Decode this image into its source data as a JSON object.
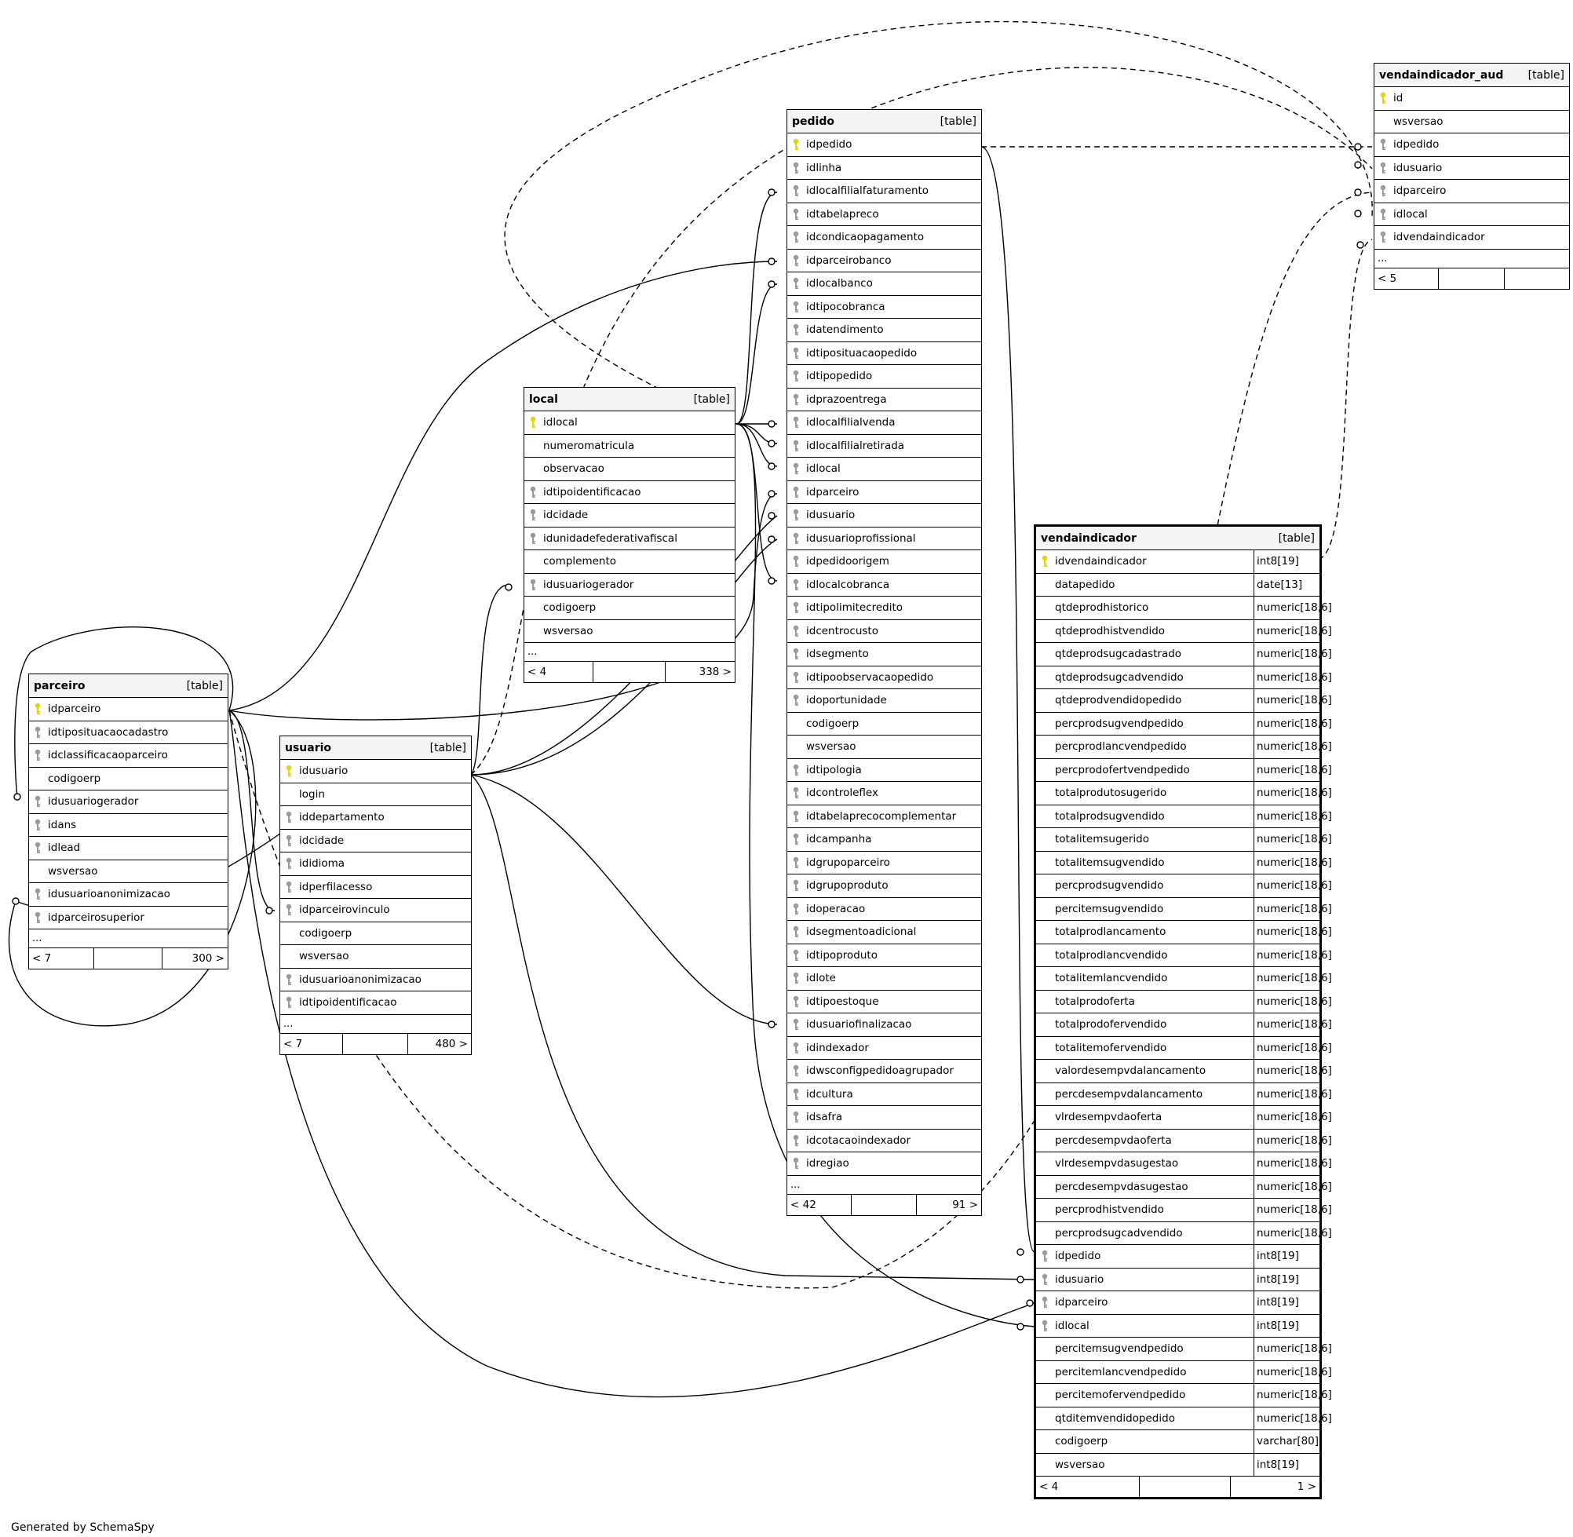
{
  "footer_text": "Generated by SchemaSpy",
  "key_colors": {
    "primary": "#e8d200",
    "foreign": "#9a9a9a"
  },
  "tables": {
    "pedido": {
      "name": "pedido",
      "kind": "[table]",
      "columns": [
        {
          "name": "idpedido",
          "key": "primary"
        },
        {
          "name": "idlinha",
          "key": "foreign"
        },
        {
          "name": "idlocalfilialfaturamento",
          "key": "foreign"
        },
        {
          "name": "idtabelapreco",
          "key": "foreign"
        },
        {
          "name": "idcondicaopagamento",
          "key": "foreign"
        },
        {
          "name": "idparceirobanco",
          "key": "foreign"
        },
        {
          "name": "idlocalbanco",
          "key": "foreign"
        },
        {
          "name": "idtipocobranca",
          "key": "foreign"
        },
        {
          "name": "idatendimento",
          "key": "foreign"
        },
        {
          "name": "idtiposituacaopedido",
          "key": "foreign"
        },
        {
          "name": "idtipopedido",
          "key": "foreign"
        },
        {
          "name": "idprazoentrega",
          "key": "foreign"
        },
        {
          "name": "idlocalfilialvenda",
          "key": "foreign"
        },
        {
          "name": "idlocalfilialretirada",
          "key": "foreign"
        },
        {
          "name": "idlocal",
          "key": "foreign"
        },
        {
          "name": "idparceiro",
          "key": "foreign"
        },
        {
          "name": "idusuario",
          "key": "foreign"
        },
        {
          "name": "idusuarioprofissional",
          "key": "foreign"
        },
        {
          "name": "idpedidoorigem",
          "key": "foreign"
        },
        {
          "name": "idlocalcobranca",
          "key": "foreign"
        },
        {
          "name": "idtipolimitecredito",
          "key": "foreign"
        },
        {
          "name": "idcentrocusto",
          "key": "foreign"
        },
        {
          "name": "idsegmento",
          "key": "foreign"
        },
        {
          "name": "idtipoobservacaopedido",
          "key": "foreign"
        },
        {
          "name": "idoportunidade",
          "key": "foreign"
        },
        {
          "name": "codigoerp",
          "key": "none"
        },
        {
          "name": "wsversao",
          "key": "none"
        },
        {
          "name": "idtipologia",
          "key": "foreign"
        },
        {
          "name": "idcontroleflex",
          "key": "foreign"
        },
        {
          "name": "idtabelaprecocomplementar",
          "key": "foreign"
        },
        {
          "name": "idcampanha",
          "key": "foreign"
        },
        {
          "name": "idgrupoparceiro",
          "key": "foreign"
        },
        {
          "name": "idgrupoproduto",
          "key": "foreign"
        },
        {
          "name": "idoperacao",
          "key": "foreign"
        },
        {
          "name": "idsegmentoadicional",
          "key": "foreign"
        },
        {
          "name": "idtipoproduto",
          "key": "foreign"
        },
        {
          "name": "idlote",
          "key": "foreign"
        },
        {
          "name": "idtipoestoque",
          "key": "foreign"
        },
        {
          "name": "idusuariofinalizacao",
          "key": "foreign"
        },
        {
          "name": "idindexador",
          "key": "foreign"
        },
        {
          "name": "idwsconfigpedidoagrupador",
          "key": "foreign"
        },
        {
          "name": "idcultura",
          "key": "foreign"
        },
        {
          "name": "idsafra",
          "key": "foreign"
        },
        {
          "name": "idcotacaoindexador",
          "key": "foreign"
        },
        {
          "name": "idregiao",
          "key": "foreign"
        }
      ],
      "ellipsis": "...",
      "footer": [
        "< 42",
        "",
        "91 >"
      ]
    },
    "local": {
      "name": "local",
      "kind": "[table]",
      "columns": [
        {
          "name": "idlocal",
          "key": "primary"
        },
        {
          "name": "numeromatricula",
          "key": "none"
        },
        {
          "name": "observacao",
          "key": "none"
        },
        {
          "name": "idtipoidentificacao",
          "key": "foreign"
        },
        {
          "name": "idcidade",
          "key": "foreign"
        },
        {
          "name": "idunidadefederativafiscal",
          "key": "foreign"
        },
        {
          "name": "complemento",
          "key": "none"
        },
        {
          "name": "idusuariogerador",
          "key": "foreign"
        },
        {
          "name": "codigoerp",
          "key": "none"
        },
        {
          "name": "wsversao",
          "key": "none"
        }
      ],
      "ellipsis": "...",
      "footer": [
        "< 4",
        "",
        "338 >"
      ]
    },
    "parceiro": {
      "name": "parceiro",
      "kind": "[table]",
      "columns": [
        {
          "name": "idparceiro",
          "key": "primary"
        },
        {
          "name": "idtiposituacaocadastro",
          "key": "foreign"
        },
        {
          "name": "idclassificacaoparceiro",
          "key": "foreign"
        },
        {
          "name": "codigoerp",
          "key": "none"
        },
        {
          "name": "idusuariogerador",
          "key": "foreign"
        },
        {
          "name": "idans",
          "key": "foreign"
        },
        {
          "name": "idlead",
          "key": "foreign"
        },
        {
          "name": "wsversao",
          "key": "none"
        },
        {
          "name": "idusuarioanonimizacao",
          "key": "foreign"
        },
        {
          "name": "idparceirosuperior",
          "key": "foreign"
        }
      ],
      "ellipsis": "...",
      "footer": [
        "< 7",
        "",
        "300 >"
      ]
    },
    "usuario": {
      "name": "usuario",
      "kind": "[table]",
      "columns": [
        {
          "name": "idusuario",
          "key": "primary"
        },
        {
          "name": "login",
          "key": "none"
        },
        {
          "name": "iddepartamento",
          "key": "foreign"
        },
        {
          "name": "idcidade",
          "key": "foreign"
        },
        {
          "name": "ididioma",
          "key": "foreign"
        },
        {
          "name": "idperfilacesso",
          "key": "foreign"
        },
        {
          "name": "idparceirovinculo",
          "key": "foreign"
        },
        {
          "name": "codigoerp",
          "key": "none"
        },
        {
          "name": "wsversao",
          "key": "none"
        },
        {
          "name": "idusuarioanonimizacao",
          "key": "foreign"
        },
        {
          "name": "idtipoidentificacao",
          "key": "foreign"
        }
      ],
      "ellipsis": "...",
      "footer": [
        "< 7",
        "",
        "480 >"
      ]
    },
    "vendaindicador_aud": {
      "name": "vendaindicador_aud",
      "kind": "[table]",
      "columns": [
        {
          "name": "id",
          "key": "primary"
        },
        {
          "name": "wsversao",
          "key": "none"
        },
        {
          "name": "idpedido",
          "key": "foreign"
        },
        {
          "name": "idusuario",
          "key": "foreign"
        },
        {
          "name": "idparceiro",
          "key": "foreign"
        },
        {
          "name": "idlocal",
          "key": "foreign"
        },
        {
          "name": "idvendaindicador",
          "key": "foreign"
        }
      ],
      "ellipsis": "...",
      "footer": [
        "< 5",
        "",
        ""
      ]
    },
    "vendaindicador": {
      "name": "vendaindicador",
      "kind": "[table]",
      "columns": [
        {
          "name": "idvendaindicador",
          "key": "primary",
          "type": "int8[19]"
        },
        {
          "name": "datapedido",
          "key": "none",
          "type": "date[13]"
        },
        {
          "name": "qtdeprodhistorico",
          "key": "none",
          "type": "numeric[18,6]"
        },
        {
          "name": "qtdeprodhistvendido",
          "key": "none",
          "type": "numeric[18,6]"
        },
        {
          "name": "qtdeprodsugcadastrado",
          "key": "none",
          "type": "numeric[18,6]"
        },
        {
          "name": "qtdeprodsugcadvendido",
          "key": "none",
          "type": "numeric[18,6]"
        },
        {
          "name": "qtdeprodvendidopedido",
          "key": "none",
          "type": "numeric[18,6]"
        },
        {
          "name": "percprodsugvendpedido",
          "key": "none",
          "type": "numeric[18,6]"
        },
        {
          "name": "percprodlancvendpedido",
          "key": "none",
          "type": "numeric[18,6]"
        },
        {
          "name": "percprodofertvendpedido",
          "key": "none",
          "type": "numeric[18,6]"
        },
        {
          "name": "totalprodutosugerido",
          "key": "none",
          "type": "numeric[18,6]"
        },
        {
          "name": "totalprodsugvendido",
          "key": "none",
          "type": "numeric[18,6]"
        },
        {
          "name": "totalitemsugerido",
          "key": "none",
          "type": "numeric[18,6]"
        },
        {
          "name": "totalitemsugvendido",
          "key": "none",
          "type": "numeric[18,6]"
        },
        {
          "name": "percprodsugvendido",
          "key": "none",
          "type": "numeric[18,6]"
        },
        {
          "name": "percitemsugvendido",
          "key": "none",
          "type": "numeric[18,6]"
        },
        {
          "name": "totalprodlancamento",
          "key": "none",
          "type": "numeric[18,6]"
        },
        {
          "name": "totalprodlancvendido",
          "key": "none",
          "type": "numeric[18,6]"
        },
        {
          "name": "totalitemlancvendido",
          "key": "none",
          "type": "numeric[18,6]"
        },
        {
          "name": "totalprodoferta",
          "key": "none",
          "type": "numeric[18,6]"
        },
        {
          "name": "totalprodofervendido",
          "key": "none",
          "type": "numeric[18,6]"
        },
        {
          "name": "totalitemofervendido",
          "key": "none",
          "type": "numeric[18,6]"
        },
        {
          "name": "valordesempvdalancamento",
          "key": "none",
          "type": "numeric[18,6]"
        },
        {
          "name": "percdesempvdalancamento",
          "key": "none",
          "type": "numeric[18,6]"
        },
        {
          "name": "vlrdesempvdaoferta",
          "key": "none",
          "type": "numeric[18,6]"
        },
        {
          "name": "percdesempvdaoferta",
          "key": "none",
          "type": "numeric[18,6]"
        },
        {
          "name": "vlrdesempvdasugestao",
          "key": "none",
          "type": "numeric[18,6]"
        },
        {
          "name": "percdesempvdasugestao",
          "key": "none",
          "type": "numeric[18,6]"
        },
        {
          "name": "percprodhistvendido",
          "key": "none",
          "type": "numeric[18,6]"
        },
        {
          "name": "percprodsugcadvendido",
          "key": "none",
          "type": "numeric[18,6]"
        },
        {
          "name": "idpedido",
          "key": "foreign",
          "type": "int8[19]"
        },
        {
          "name": "idusuario",
          "key": "foreign",
          "type": "int8[19]"
        },
        {
          "name": "idparceiro",
          "key": "foreign",
          "type": "int8[19]"
        },
        {
          "name": "idlocal",
          "key": "foreign",
          "type": "int8[19]"
        },
        {
          "name": "percitemsugvendpedido",
          "key": "none",
          "type": "numeric[18,6]"
        },
        {
          "name": "percitemlancvendpedido",
          "key": "none",
          "type": "numeric[18,6]"
        },
        {
          "name": "percitemofervendpedido",
          "key": "none",
          "type": "numeric[18,6]"
        },
        {
          "name": "qtditemvendidopedido",
          "key": "none",
          "type": "numeric[18,6]"
        },
        {
          "name": "codigoerp",
          "key": "none",
          "type": "varchar[80]"
        },
        {
          "name": "wsversao",
          "key": "none",
          "type": "int8[19]"
        }
      ],
      "footer": [
        "< 4",
        "",
        "1 >"
      ]
    }
  }
}
